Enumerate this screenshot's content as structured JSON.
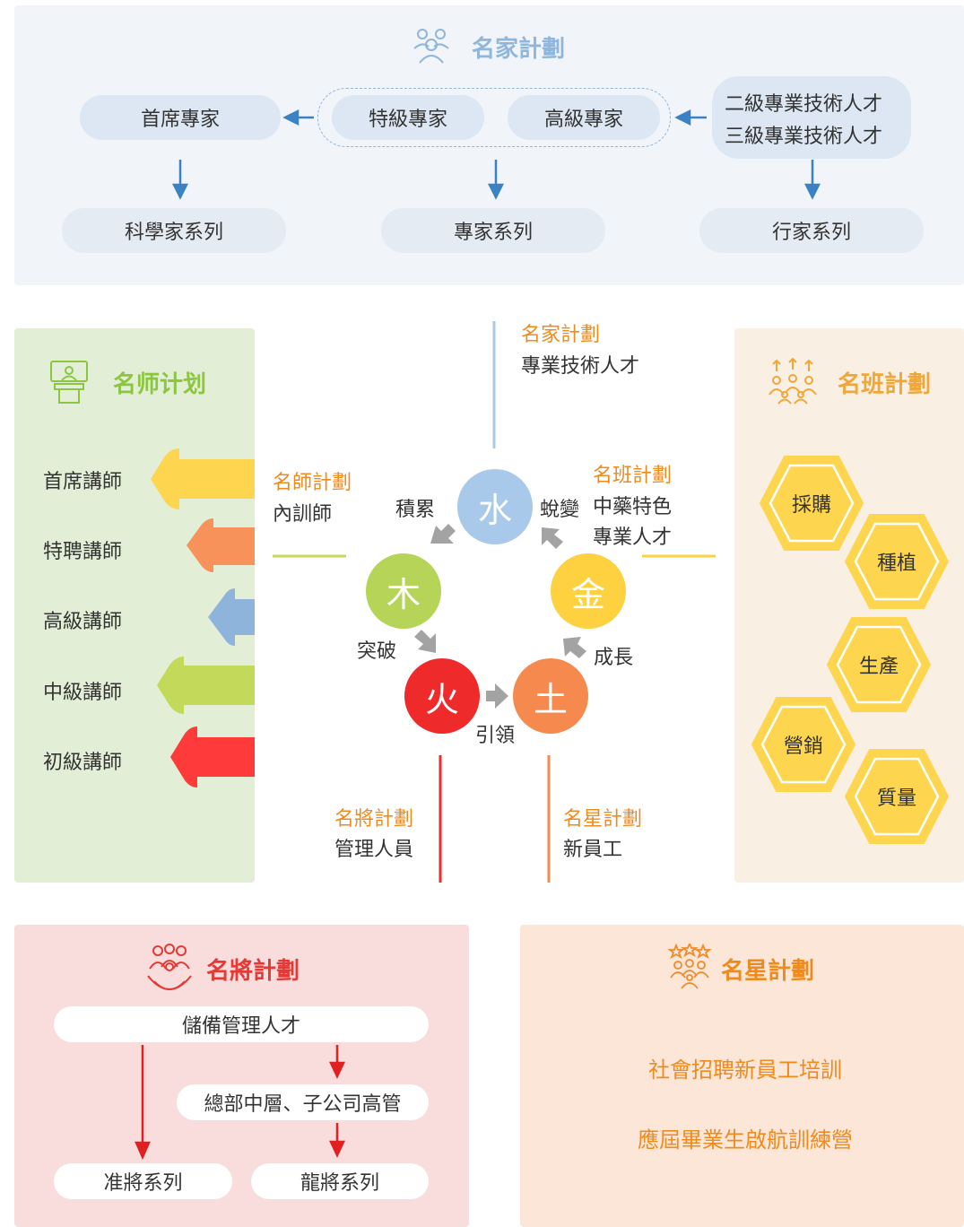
{
  "expert_plan": {
    "title": "名家計劃",
    "chief": "首席專家",
    "special": "特級專家",
    "senior": "高級專家",
    "level2": "二級專業技術人才",
    "level3": "三級專業技術人才",
    "scientist_series": "科學家系列",
    "expert_series": "專家系列",
    "craftsman_series": "行家系列"
  },
  "teacher_plan": {
    "title": "名师计划",
    "items": [
      "首席講師",
      "特聘講師",
      "高級講師",
      "中級講師",
      "初級講師"
    ],
    "colors": [
      "#fdd54f",
      "#f7925b",
      "#8fb4dc",
      "#c3d95a",
      "#ff3a3a"
    ]
  },
  "class_plan": {
    "title": "名班計劃",
    "items": [
      "採購",
      "種植",
      "生產",
      "營銷",
      "質量"
    ]
  },
  "center": {
    "top_title": "名家計劃",
    "top_sub": "專業技術人才",
    "left_title": "名師計劃",
    "left_sub": "內訓師",
    "right_title": "名班計劃",
    "right_sub1": "中藥特色",
    "right_sub2": "專業人才",
    "bl_title": "名將計劃",
    "bl_sub": "管理人員",
    "br_title": "名星計劃",
    "br_sub": "新員工",
    "elements": {
      "water": "水",
      "wood": "木",
      "metal": "金",
      "fire": "火",
      "earth": "土"
    },
    "element_colors": {
      "water": "#a9c9ea",
      "wood": "#b5d458",
      "metal": "#fdd13f",
      "fire": "#ef2a2a",
      "earth": "#f68a4e"
    },
    "flows": {
      "accumulate": "積累",
      "transform": "蛻變",
      "breakthrough": "突破",
      "grow": "成長",
      "lead": "引領"
    }
  },
  "general_plan": {
    "title": "名將計劃",
    "reserve": "儲備管理人才",
    "hq": "總部中層、子公司高管",
    "sub_general": "准將系列",
    "dragon_general": "龍將系列"
  },
  "star_plan": {
    "title": "名星計劃",
    "line1": "社會招聘新員工培訓",
    "line2": "應屆畢業生啟航訓練營"
  }
}
